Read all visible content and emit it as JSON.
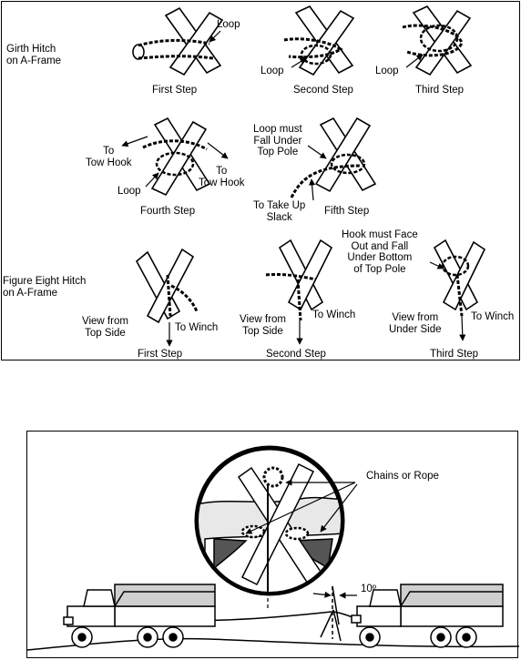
{
  "girth_hitch": {
    "title_line1": "Girth Hitch",
    "title_line2": "on A-Frame",
    "steps": {
      "first": "First Step",
      "second": "Second Step",
      "third": "Third Step",
      "fourth": "Fourth Step",
      "fifth": "Fifth Step"
    },
    "callouts": {
      "loop": "Loop",
      "to_tow_hook_1": "To",
      "to_tow_hook_2": "Tow Hook",
      "loop_must_1": "Loop must",
      "loop_must_2": "Fall Under",
      "loop_must_3": "Top Pole",
      "take_up_1": "To Take Up",
      "take_up_2": "Slack"
    }
  },
  "figure_eight": {
    "title_line1": "Figure Eight Hitch",
    "title_line2": "on A-Frame",
    "steps": {
      "first": "First Step",
      "second": "Second Step",
      "third": "Third Step"
    },
    "callouts": {
      "view_from": "View from",
      "top_side": "Top Side",
      "under_side": "Under Side",
      "to_winch": "To Winch",
      "hook_1": "Hook must Face",
      "hook_2": "Out and Fall",
      "hook_3": "Under Bottom",
      "hook_4": "of Top Pole"
    }
  },
  "rig": {
    "chains_label": "Chains or Rope",
    "angle_label": "10º"
  }
}
